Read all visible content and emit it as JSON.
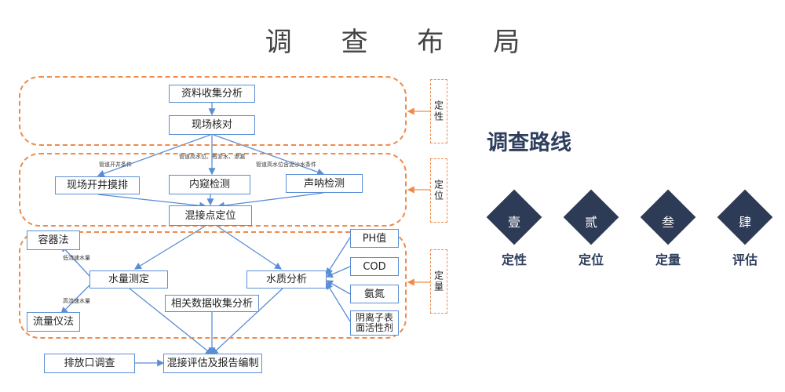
{
  "title": "调 查 布 局",
  "flow": {
    "zero_lbl": "资料收集分析",
    "site_check": "现场核对",
    "open_well": "现场开井摸排",
    "cctv": "内窥检测",
    "sonar": "声呐检测",
    "mix_locate": "混接点定位",
    "container": "容器法",
    "flow_meter": "流量仪法",
    "water_qty": "水量测定",
    "water_quality": "水质分析",
    "ph": "PH值",
    "cod": "COD",
    "ammonia": "氨氮",
    "anionic": "阴离子表面活性剂",
    "related_data": "相关数据收集分析",
    "outlet": "排放口调查",
    "report": "混接评估及报告编制"
  },
  "notes": {
    "n1": "管道开井条件",
    "n2": "管道高水位、有淤水、渗漏",
    "n3": "管道高水位含泥沙水条件",
    "n4": "低流速水量",
    "n5": "高流速水量"
  },
  "side_labels": [
    "定性",
    "定位",
    "定量"
  ],
  "route": {
    "title": "调查路线",
    "stages": [
      {
        "glyph": "壹",
        "label": "定性"
      },
      {
        "glyph": "贰",
        "label": "定位"
      },
      {
        "glyph": "叁",
        "label": "定量"
      },
      {
        "glyph": "肆",
        "label": "评估"
      }
    ]
  },
  "colors": {
    "line": "#5b8ed6",
    "dash": "#f08a4b",
    "dark": "#2e3b56"
  }
}
